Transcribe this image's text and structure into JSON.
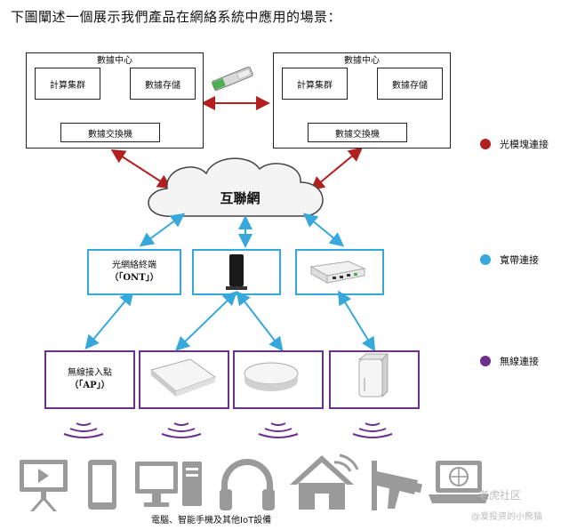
{
  "intro_text": "下圖闡述一個展示我們產品在網絡系統中應用的場景：",
  "datacenter_left": {
    "title": "數據中心",
    "compute": "計算集群",
    "storage": "數據存儲",
    "switch": "數據交換機"
  },
  "datacenter_right": {
    "title": "數據中心",
    "compute": "計算集群",
    "storage": "數據存儲",
    "switch": "數據交換機"
  },
  "internet_label": "互聯網",
  "ont_label_line1": "光網絡終端",
  "ont_label_line2": "（「ONT」）",
  "ap_label_line1": "無線接入點",
  "ap_label_line2": "（「AP」）",
  "legend": [
    {
      "label": "光模塊連接",
      "color": "#b22020"
    },
    {
      "label": "寬帶連接",
      "color": "#36a8dc"
    },
    {
      "label": "無線連接",
      "color": "#6b2f8f"
    }
  ],
  "devices_caption": "電腦、智能手機及其他IoT設備",
  "watermark_1": "老虎社区",
  "watermark_2": "@爱投资的小熊猫",
  "icons": [
    "presentation-icon",
    "smartphone-icon",
    "desktop-computer-icon",
    "headphones-icon",
    "smart-home-icon",
    "security-camera-icon",
    "laptop-globe-icon"
  ]
}
